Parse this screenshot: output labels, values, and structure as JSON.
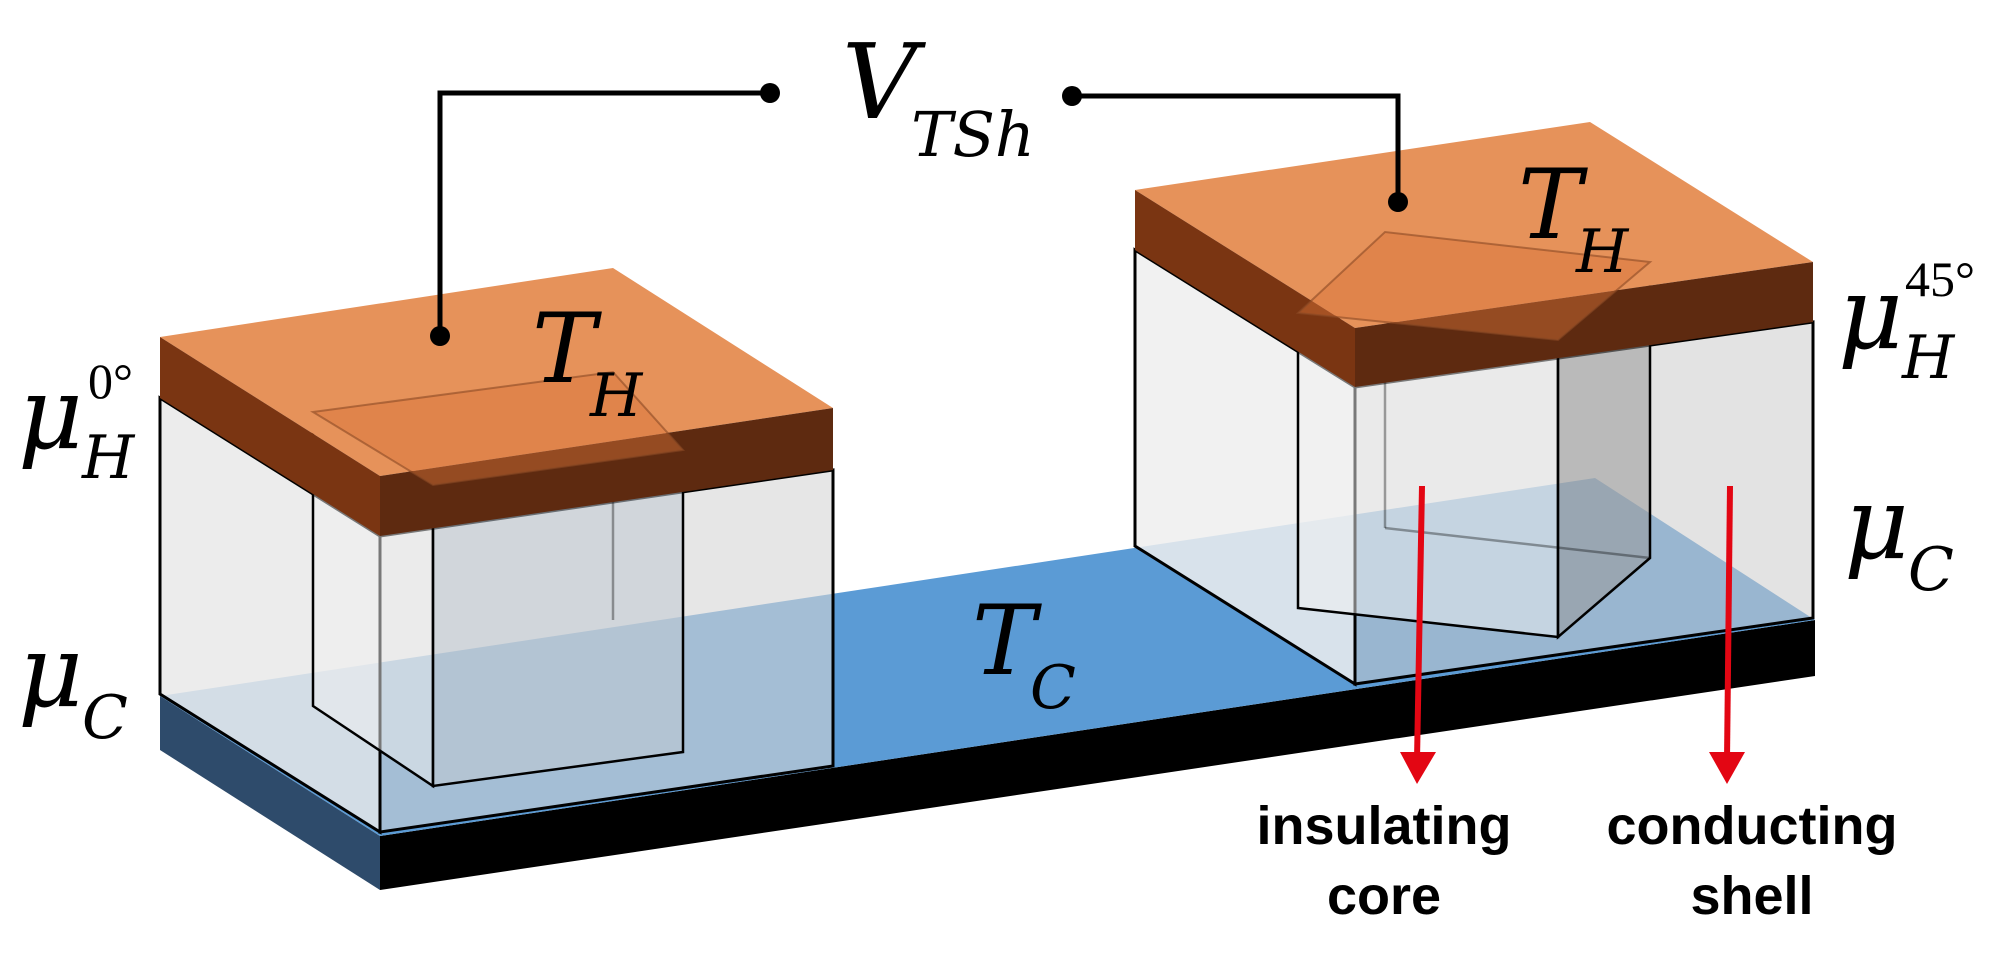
{
  "voltage": {
    "symbol": "V",
    "subscript": "TSh"
  },
  "hot_temperature": {
    "symbol": "T",
    "subscript": "H"
  },
  "cold_temperature": {
    "symbol": "T",
    "subscript": "C"
  },
  "left_block": {
    "chem_potential_hot": {
      "symbol": "μ",
      "subscript": "H",
      "superscript": "0°"
    },
    "chem_potential_cold": {
      "symbol": "μ",
      "subscript": "C"
    }
  },
  "right_block": {
    "chem_potential_hot": {
      "symbol": "μ",
      "subscript": "H",
      "superscript": "45°"
    },
    "chem_potential_cold": {
      "symbol": "μ",
      "subscript": "C"
    }
  },
  "annotations": {
    "core": {
      "line1": "insulating",
      "line2": "core"
    },
    "shell": {
      "line1": "conducting",
      "line2": "shell"
    }
  },
  "colors": {
    "heater_top": "#E6925A",
    "heater_side": "#7A3512",
    "substrate_top": "#5B9BD5",
    "substrate_side": "#2E4B6B",
    "substrate_base": "#000000",
    "block_glass": "#D9D9D9",
    "arrow": "#E30613"
  }
}
